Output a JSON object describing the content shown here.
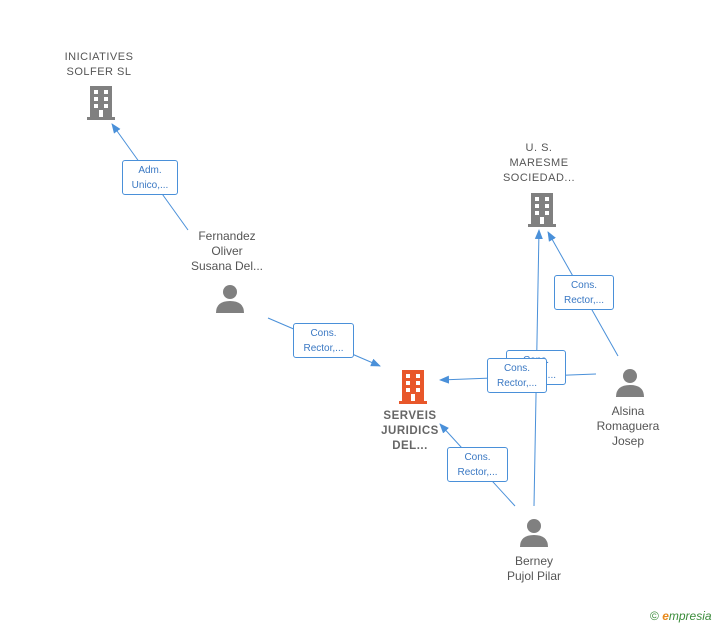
{
  "nodes": {
    "iniciatives": {
      "label": "INICIATIVES\nSOLFER  SL",
      "type": "company",
      "color": "#808080"
    },
    "us_maresme": {
      "label": "U.  S.\nMARESME\nSOCIEDAD...",
      "type": "company",
      "color": "#808080"
    },
    "serveis": {
      "label": "SERVEIS\nJURIDICS\nDEL...",
      "type": "company",
      "color": "#e8572a"
    },
    "fernandez": {
      "label": "Fernandez\nOliver\nSusana Del...",
      "type": "person",
      "color": "#808080"
    },
    "alsina": {
      "label": "Alsina\nRomaguera\nJosep",
      "type": "person",
      "color": "#808080"
    },
    "berney": {
      "label": "Berney\nPujol Pilar",
      "type": "person",
      "color": "#808080"
    }
  },
  "relations": {
    "fernandez_iniciatives": "Adm.\nUnico,...",
    "fernandez_serveis": "Cons.\nRector,...",
    "alsina_us": "Cons.\nRector,...",
    "alsina_serveis_back": "Cons.\nRector,...",
    "alsina_serveis": "Cons.\nRector,...",
    "berney_serveis": "Cons.\nRector,..."
  },
  "colors": {
    "edge": "#4a90d9",
    "accent": "#e8572a"
  },
  "brand": {
    "copyright": "©",
    "initial": "e",
    "name": "mpresia"
  }
}
